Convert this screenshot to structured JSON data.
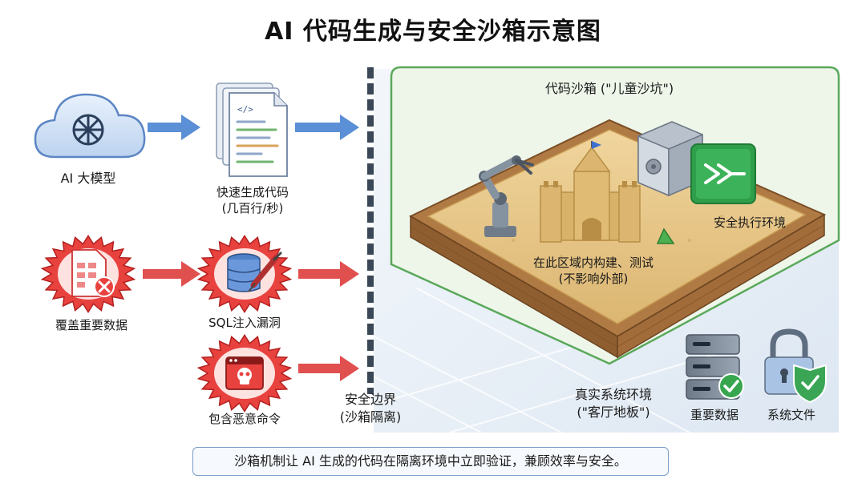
{
  "title": "AI 代码生成与安全沙箱示意图",
  "flow_top": {
    "ai_model": {
      "label": "AI 大模型",
      "icon": "cloud-ai-icon"
    },
    "fast_code": {
      "label_line1": "快速生成代码",
      "label_line2": "(几百行/秒)",
      "icon": "code-document-icon"
    }
  },
  "threats": [
    {
      "id": "overwrite",
      "label": "覆盖重要数据",
      "icon": "corrupted-file-icon"
    },
    {
      "id": "sql",
      "label": "SQL注入漏洞",
      "icon": "database-syringe-icon"
    },
    {
      "id": "malicious",
      "label": "包含恶意命令",
      "icon": "skull-window-icon"
    }
  ],
  "boundary": {
    "line1": "安全边界",
    "line2": "(沙箱隔离)"
  },
  "sandbox": {
    "title": "代码沙箱 (\"儿童沙坑\")",
    "build_line1": "在此区域内构建、测试",
    "build_line2": "(不影响外部)",
    "exec_env": "安全执行环境"
  },
  "real_system": {
    "line1": "真实系统环境",
    "line2": "(\"客厅地板\")",
    "important_data": "重要数据",
    "system_files": "系统文件"
  },
  "caption": "沙箱机制让 AI 生成的代码在隔离环境中立即验证，兼顾效率与安全。",
  "colors": {
    "blue_arrow": "#5b8fd6",
    "red_arrow": "#e0504f",
    "sandbox_green": "#5aa85a",
    "sandbox_fill": "#eef6ea",
    "floor": "#e6eef7",
    "sand": "#e8c98a",
    "wood": "#b07a45",
    "threat_red": "#e8423f",
    "exec_green": "#2f9e4a"
  }
}
